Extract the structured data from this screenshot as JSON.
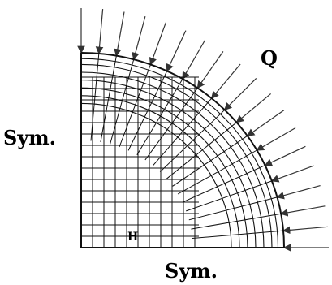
{
  "diagram": {
    "load_label": "Q",
    "left_symmetry_label": "Sym.",
    "bottom_symmetry_label": "Sym.",
    "inner_mark_label": "H"
  }
}
